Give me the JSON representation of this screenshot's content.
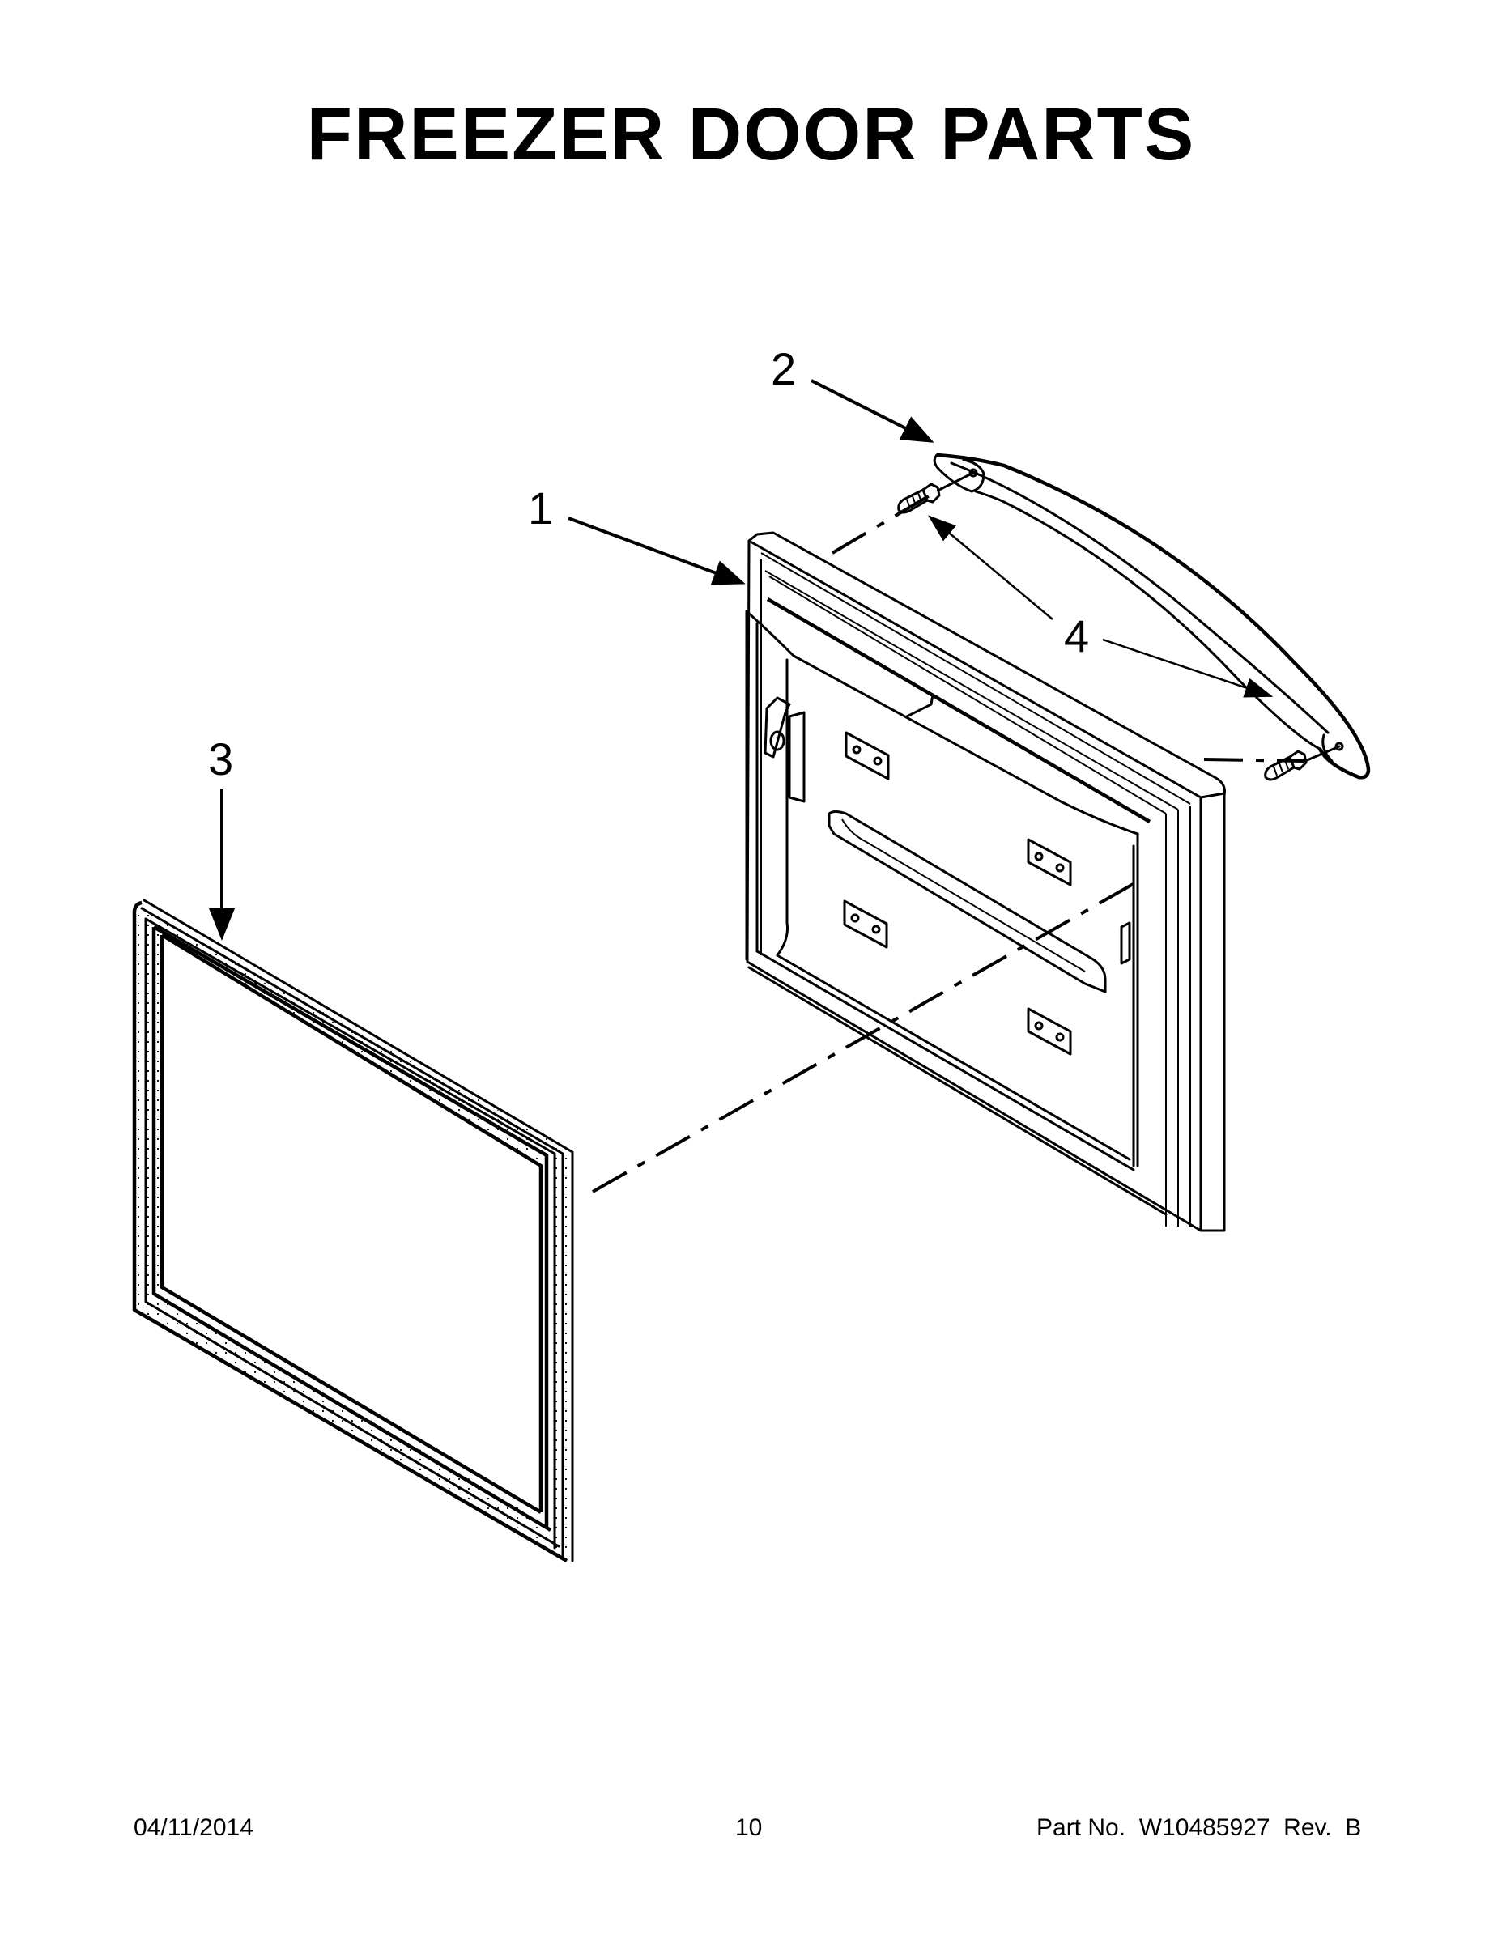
{
  "page": {
    "title": "FREEZER DOOR PARTS"
  },
  "callouts": [
    {
      "id": "1",
      "label": "1",
      "part": "freezer door"
    },
    {
      "id": "2",
      "label": "2",
      "part": "door handle"
    },
    {
      "id": "3",
      "label": "3",
      "part": "door gasket"
    },
    {
      "id": "4",
      "label": "4",
      "part": "handle screws"
    }
  ],
  "footer": {
    "date": "04/11/2014",
    "page_number": "10",
    "part_number": "Part No.  W10485927  Rev.  B"
  },
  "colors": {
    "ink": "#000000",
    "paper": "#ffffff"
  }
}
